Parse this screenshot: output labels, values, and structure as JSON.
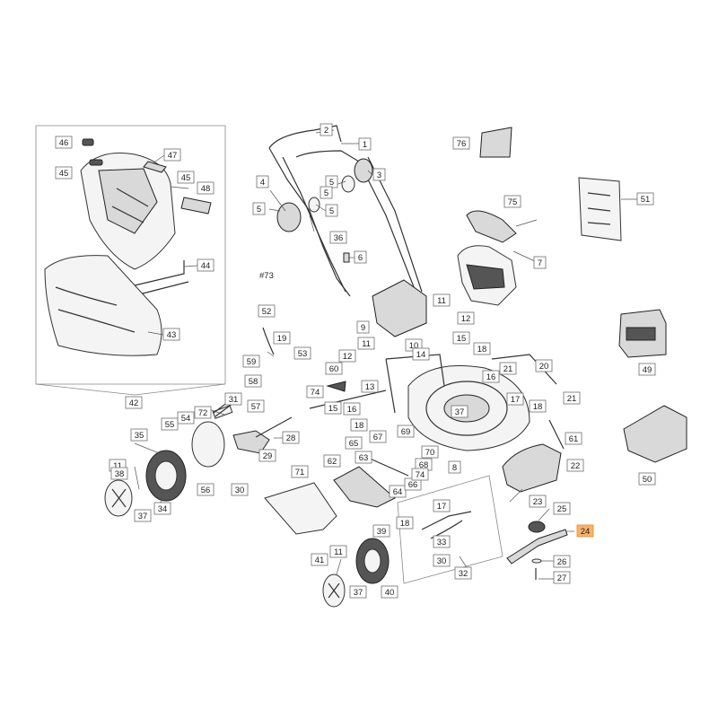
{
  "diagram": {
    "highlighted_label": "24",
    "colors": {
      "highlight": "#f7b26b",
      "line": "#333333",
      "frame": "#888888"
    },
    "labels": {
      "l1": "1",
      "l2": "2",
      "l3": "3",
      "l4": "4",
      "l5a": "5",
      "l5b": "5",
      "l5c": "5",
      "l5d": "5",
      "l6": "6",
      "l7": "7",
      "l8": "8",
      "l9": "9",
      "l10": "10",
      "l11a": "11",
      "l11b": "11",
      "l11c": "11",
      "l11d": "11",
      "l12a": "12",
      "l12b": "12",
      "l13": "13",
      "l14": "14",
      "l15a": "15",
      "l15b": "15",
      "l16a": "16",
      "l16b": "16",
      "l17a": "17",
      "l17b": "17",
      "l18a": "18",
      "l18b": "18",
      "l18c": "18",
      "l18d": "18",
      "l19": "19",
      "l20": "20",
      "l21a": "21",
      "l21b": "21",
      "l22": "22",
      "l23": "23",
      "l24": "24",
      "l25": "25",
      "l26": "26",
      "l27": "27",
      "l28": "28",
      "l29": "29",
      "l30a": "30",
      "l30b": "30",
      "l31": "31",
      "l32": "32",
      "l33": "33",
      "l34": "34",
      "l35": "35",
      "l36": "36",
      "l37a": "37",
      "l37b": "37",
      "l37c": "37",
      "l38": "38",
      "l39": "39",
      "l40": "40",
      "l41": "41",
      "l42": "42",
      "l43": "43",
      "l44": "44",
      "l45a": "45",
      "l45b": "45",
      "l46": "46",
      "l47": "47",
      "l48": "48",
      "l49": "49",
      "l50": "50",
      "l51": "51",
      "l52": "52",
      "l53": "53",
      "l54": "54",
      "l55": "55",
      "l56": "56",
      "l57": "57",
      "l58": "58",
      "l59": "59",
      "l60": "60",
      "l61": "61",
      "l62": "62",
      "l63": "63",
      "l64": "64",
      "l65": "65",
      "l66": "66",
      "l67": "67",
      "l68": "68",
      "l69": "69",
      "l70": "70",
      "l71": "71",
      "l72": "72",
      "l73": "#73",
      "l74a": "74",
      "l74b": "74",
      "l75": "75",
      "l76": "76"
    }
  }
}
